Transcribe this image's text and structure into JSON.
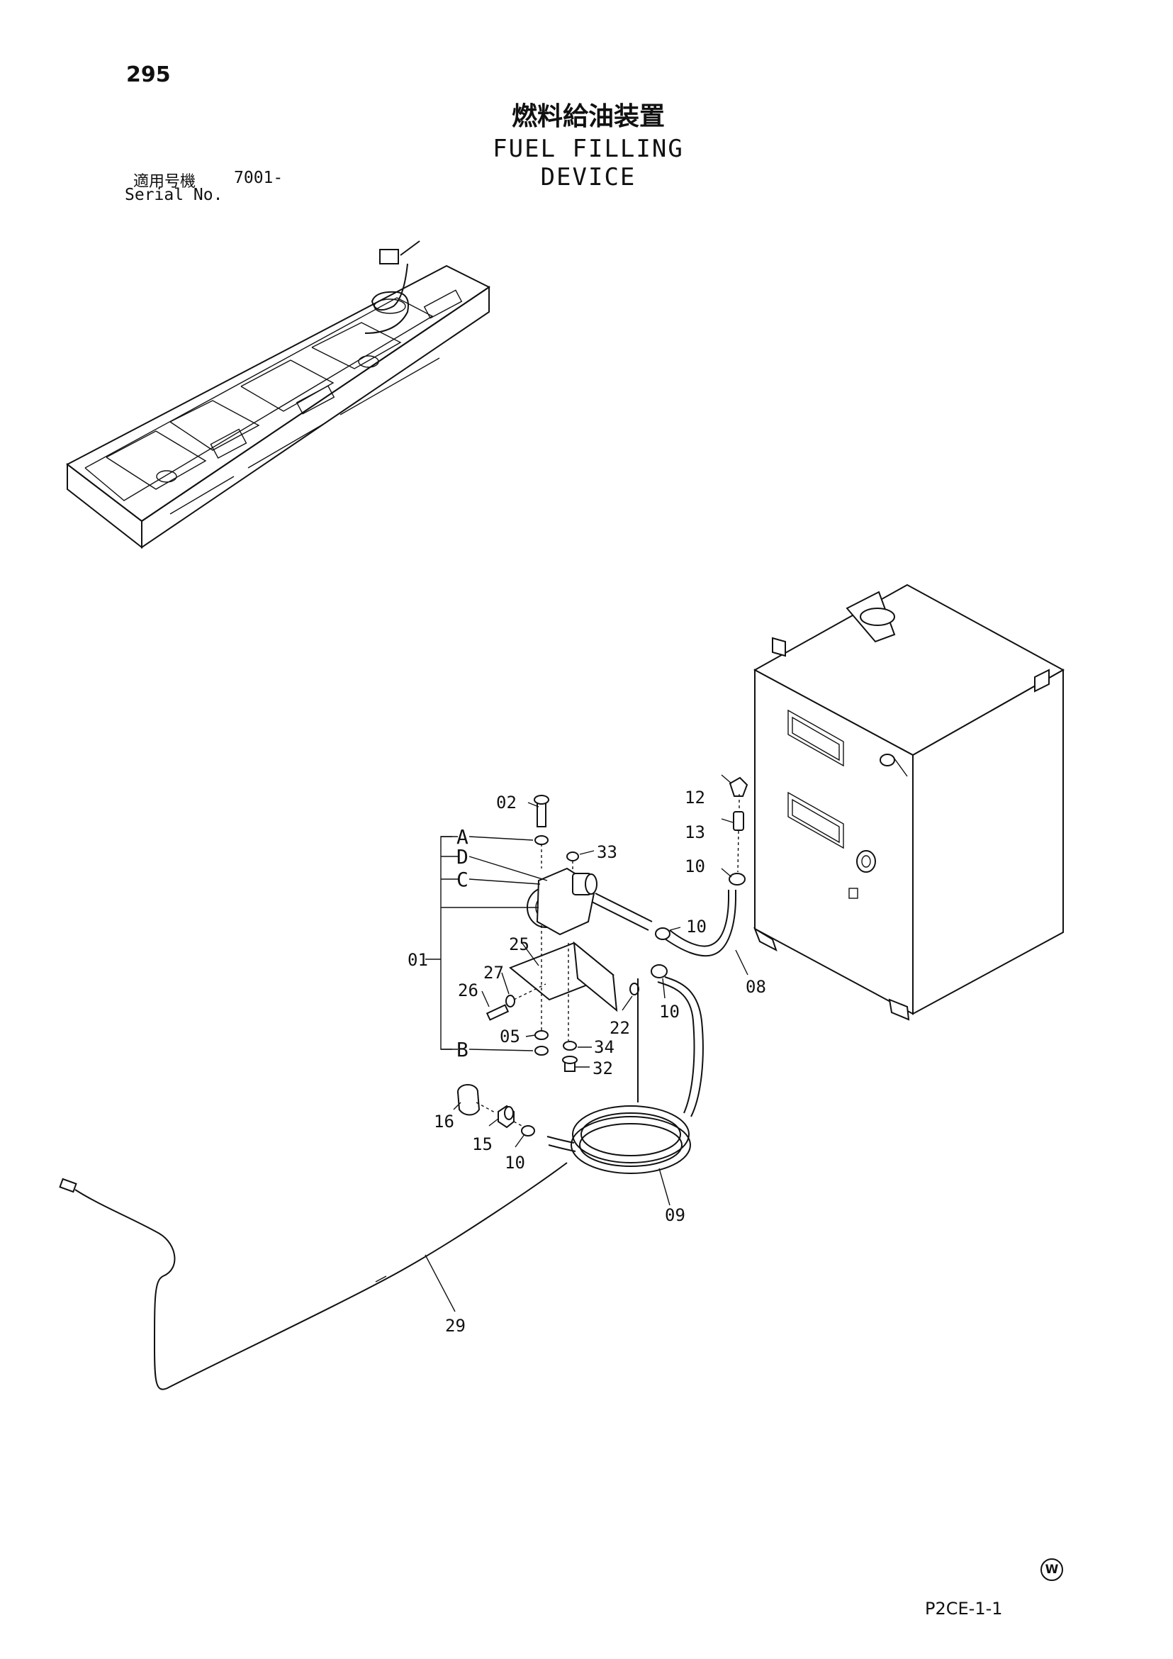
{
  "header": {
    "page_number": "295",
    "title_jp": "燃料給油装置",
    "title_en": "FUEL FILLING DEVICE",
    "serial_label_jp": "適用号機",
    "serial_value": "7001-",
    "serial_label_en": "Serial No."
  },
  "diagram": {
    "callouts": {
      "c01": "01",
      "c02": "02",
      "c05": "05",
      "c08": "08",
      "c09": "09",
      "c10a": "10",
      "c10b": "10",
      "c10c": "10",
      "c10d": "10",
      "c12": "12",
      "c13": "13",
      "c15": "15",
      "c16": "16",
      "c22": "22",
      "c25": "25",
      "c26": "26",
      "c27": "27",
      "c29": "29",
      "c32": "32",
      "c33": "33",
      "c34": "34"
    },
    "letters": {
      "a": "A",
      "b": "B",
      "c": "C",
      "d": "D"
    }
  },
  "footer": {
    "w_mark": "W",
    "page_code": "P2CE-1-1"
  }
}
